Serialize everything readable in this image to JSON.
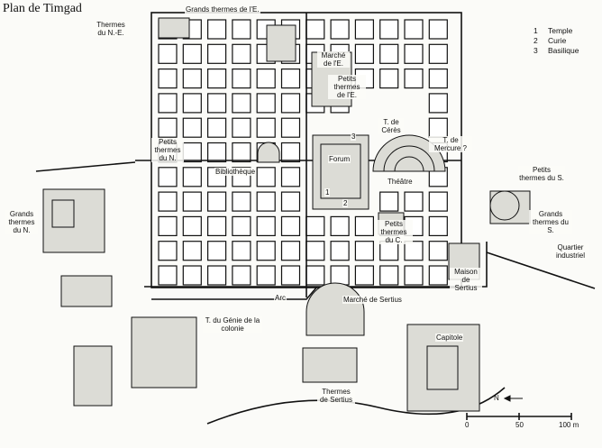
{
  "title": "Plan de Timgad",
  "legend": [
    {
      "num": "1",
      "label": "Temple"
    },
    {
      "num": "2",
      "label": "Curie"
    },
    {
      "num": "3",
      "label": "Basilique"
    }
  ],
  "labels": {
    "thermes_ne": "Thermes du N.-E.",
    "grands_thermes_e": "Grands thermes de l'E.",
    "marche_e": "Marché de l'E.",
    "petits_thermes_e": "Petits thermes de l'E.",
    "petits_thermes_n": "Petits thermes du N.",
    "bibliotheque": "Bibliothèque",
    "forum": "Forum",
    "num_3": "3",
    "num_1": "1",
    "num_2": "2",
    "t_ceres": "T. de Cérès",
    "t_mercure": "T. de Mercure ?",
    "theatre": "Théâtre",
    "petits_thermes_s": "Petits thermes du S.",
    "grands_thermes_s": "Grands thermes du S.",
    "grands_thermes_n": "Grands thermes du N.",
    "petits_thermes_c": "Petits thermes du C.",
    "quartier_industriel": "Quartier industriel",
    "maison_sertius": "Maison de Sertius",
    "arc": "Arc",
    "marche_sertius": "Marché de Sertius",
    "t_genie": "T. du Génie de la colonie",
    "capitole": "Capitole",
    "thermes_sertius": "Thermes de Sertius"
  },
  "north_arrow": "N",
  "scale": {
    "ticks": [
      "0",
      "50",
      "100 m"
    ]
  }
}
